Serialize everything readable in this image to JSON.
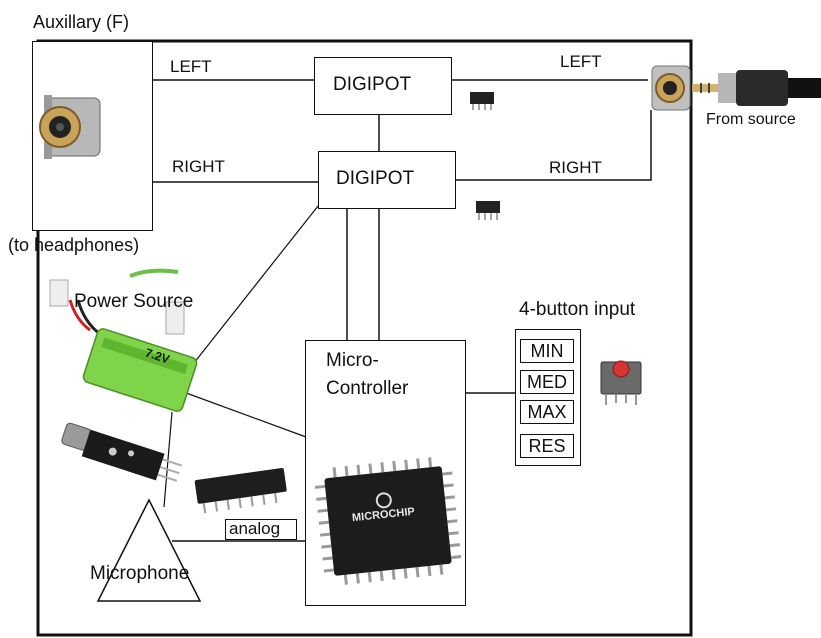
{
  "aux": {
    "title": "Auxillary (F)",
    "subtitle": "(to headphones)"
  },
  "source": {
    "label": "From source"
  },
  "signal": {
    "left_a": "LEFT",
    "left_b": "LEFT",
    "right_a": "RIGHT",
    "right_b": "RIGHT"
  },
  "digipot_top": {
    "label": "DIGIPOT"
  },
  "digipot_bottom": {
    "label": "DIGIPOT"
  },
  "power": {
    "label": "Power Source",
    "battery_text": "7.2V"
  },
  "mcu": {
    "line1": "Micro-",
    "line2": "Controller",
    "chip_brand": "MICROCHIP"
  },
  "buttons": {
    "title": "4-button input",
    "items": [
      "MIN",
      "MED",
      "MAX",
      "RES"
    ]
  },
  "mic": {
    "label": "Microphone",
    "analog_label": "analog"
  },
  "colors": {
    "line": "#111111",
    "battery": "#7fd44a",
    "chip": "#1c1c1c",
    "jack_gold": "#c9a35a",
    "button_red": "#d83434"
  }
}
